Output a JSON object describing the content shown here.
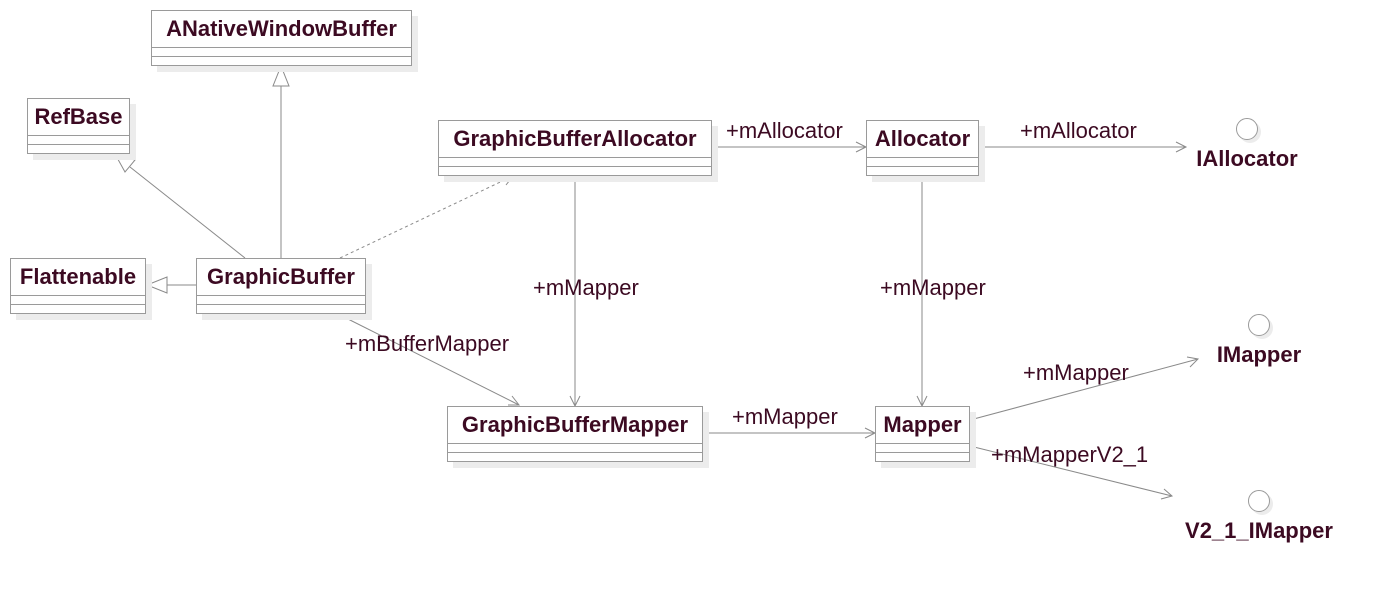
{
  "diagram": {
    "classes": {
      "anativewindowbuffer": "ANativeWindowBuffer",
      "refbase": "RefBase",
      "flattenable": "Flattenable",
      "graphicbuffer": "GraphicBuffer",
      "graphicbufferallocator": "GraphicBufferAllocator",
      "allocator": "Allocator",
      "graphicbuffermapper": "GraphicBufferMapper",
      "mapper": "Mapper"
    },
    "interfaces": {
      "iallocator": "IAllocator",
      "imapper": "IMapper",
      "v2_1_imapper": "V2_1_IMapper"
    },
    "labels": {
      "gba_allocator": "+mAllocator",
      "allocator_iallocator": "+mAllocator",
      "gba_mapper": "+mMapper",
      "allocator_mapper": "+mMapper",
      "gb_buffermapper": "+mBufferMapper",
      "gbm_mapper": "+mMapper",
      "mapper_imapper": "+mMapper",
      "mapper_v21": "+mMapperV2_1"
    },
    "colors": {
      "text": "#3c0a22",
      "line": "#8a8a8a",
      "border": "#9a9a9a",
      "shadow": "#ececec"
    }
  }
}
